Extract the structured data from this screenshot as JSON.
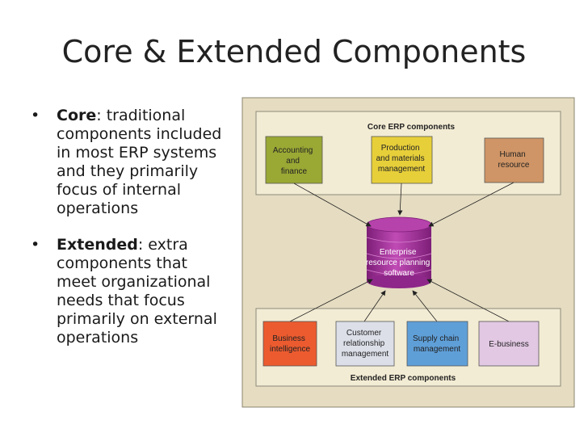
{
  "slide": {
    "title": "Core & Extended Components",
    "bullets": [
      {
        "term": "Core",
        "text": ": traditional components included in most ERP systems and they primarily focus of internal operations"
      },
      {
        "term": "Extended",
        "text": ": extra components that meet organizational needs that focus primarily on external operations"
      }
    ]
  },
  "diagram": {
    "core_label": "Core ERP components",
    "extended_label": "Extended ERP components",
    "center": [
      "Enterprise",
      "resource planning",
      "software"
    ],
    "core_boxes": [
      {
        "lines": [
          "Accounting",
          "and",
          "finance"
        ],
        "color": "#9aa834"
      },
      {
        "lines": [
          "Production",
          "and materials",
          "management"
        ],
        "color": "#e7cf3a"
      },
      {
        "lines": [
          "Human",
          "resource"
        ],
        "color": "#cf9566"
      }
    ],
    "extended_boxes": [
      {
        "lines": [
          "Business",
          "intelligence"
        ],
        "color": "#ec5b2f"
      },
      {
        "lines": [
          "Customer",
          "relationship",
          "management"
        ],
        "color": "#dcdfe8"
      },
      {
        "lines": [
          "Supply chain",
          "management"
        ],
        "color": "#5f9fd8"
      },
      {
        "lines": [
          "E-business"
        ],
        "color": "#e2c8e3"
      }
    ],
    "colors": {
      "panel_bg": "#f3ecd4",
      "outer_bg": "#e5dcc1",
      "cylinder": "#a8339e"
    }
  }
}
